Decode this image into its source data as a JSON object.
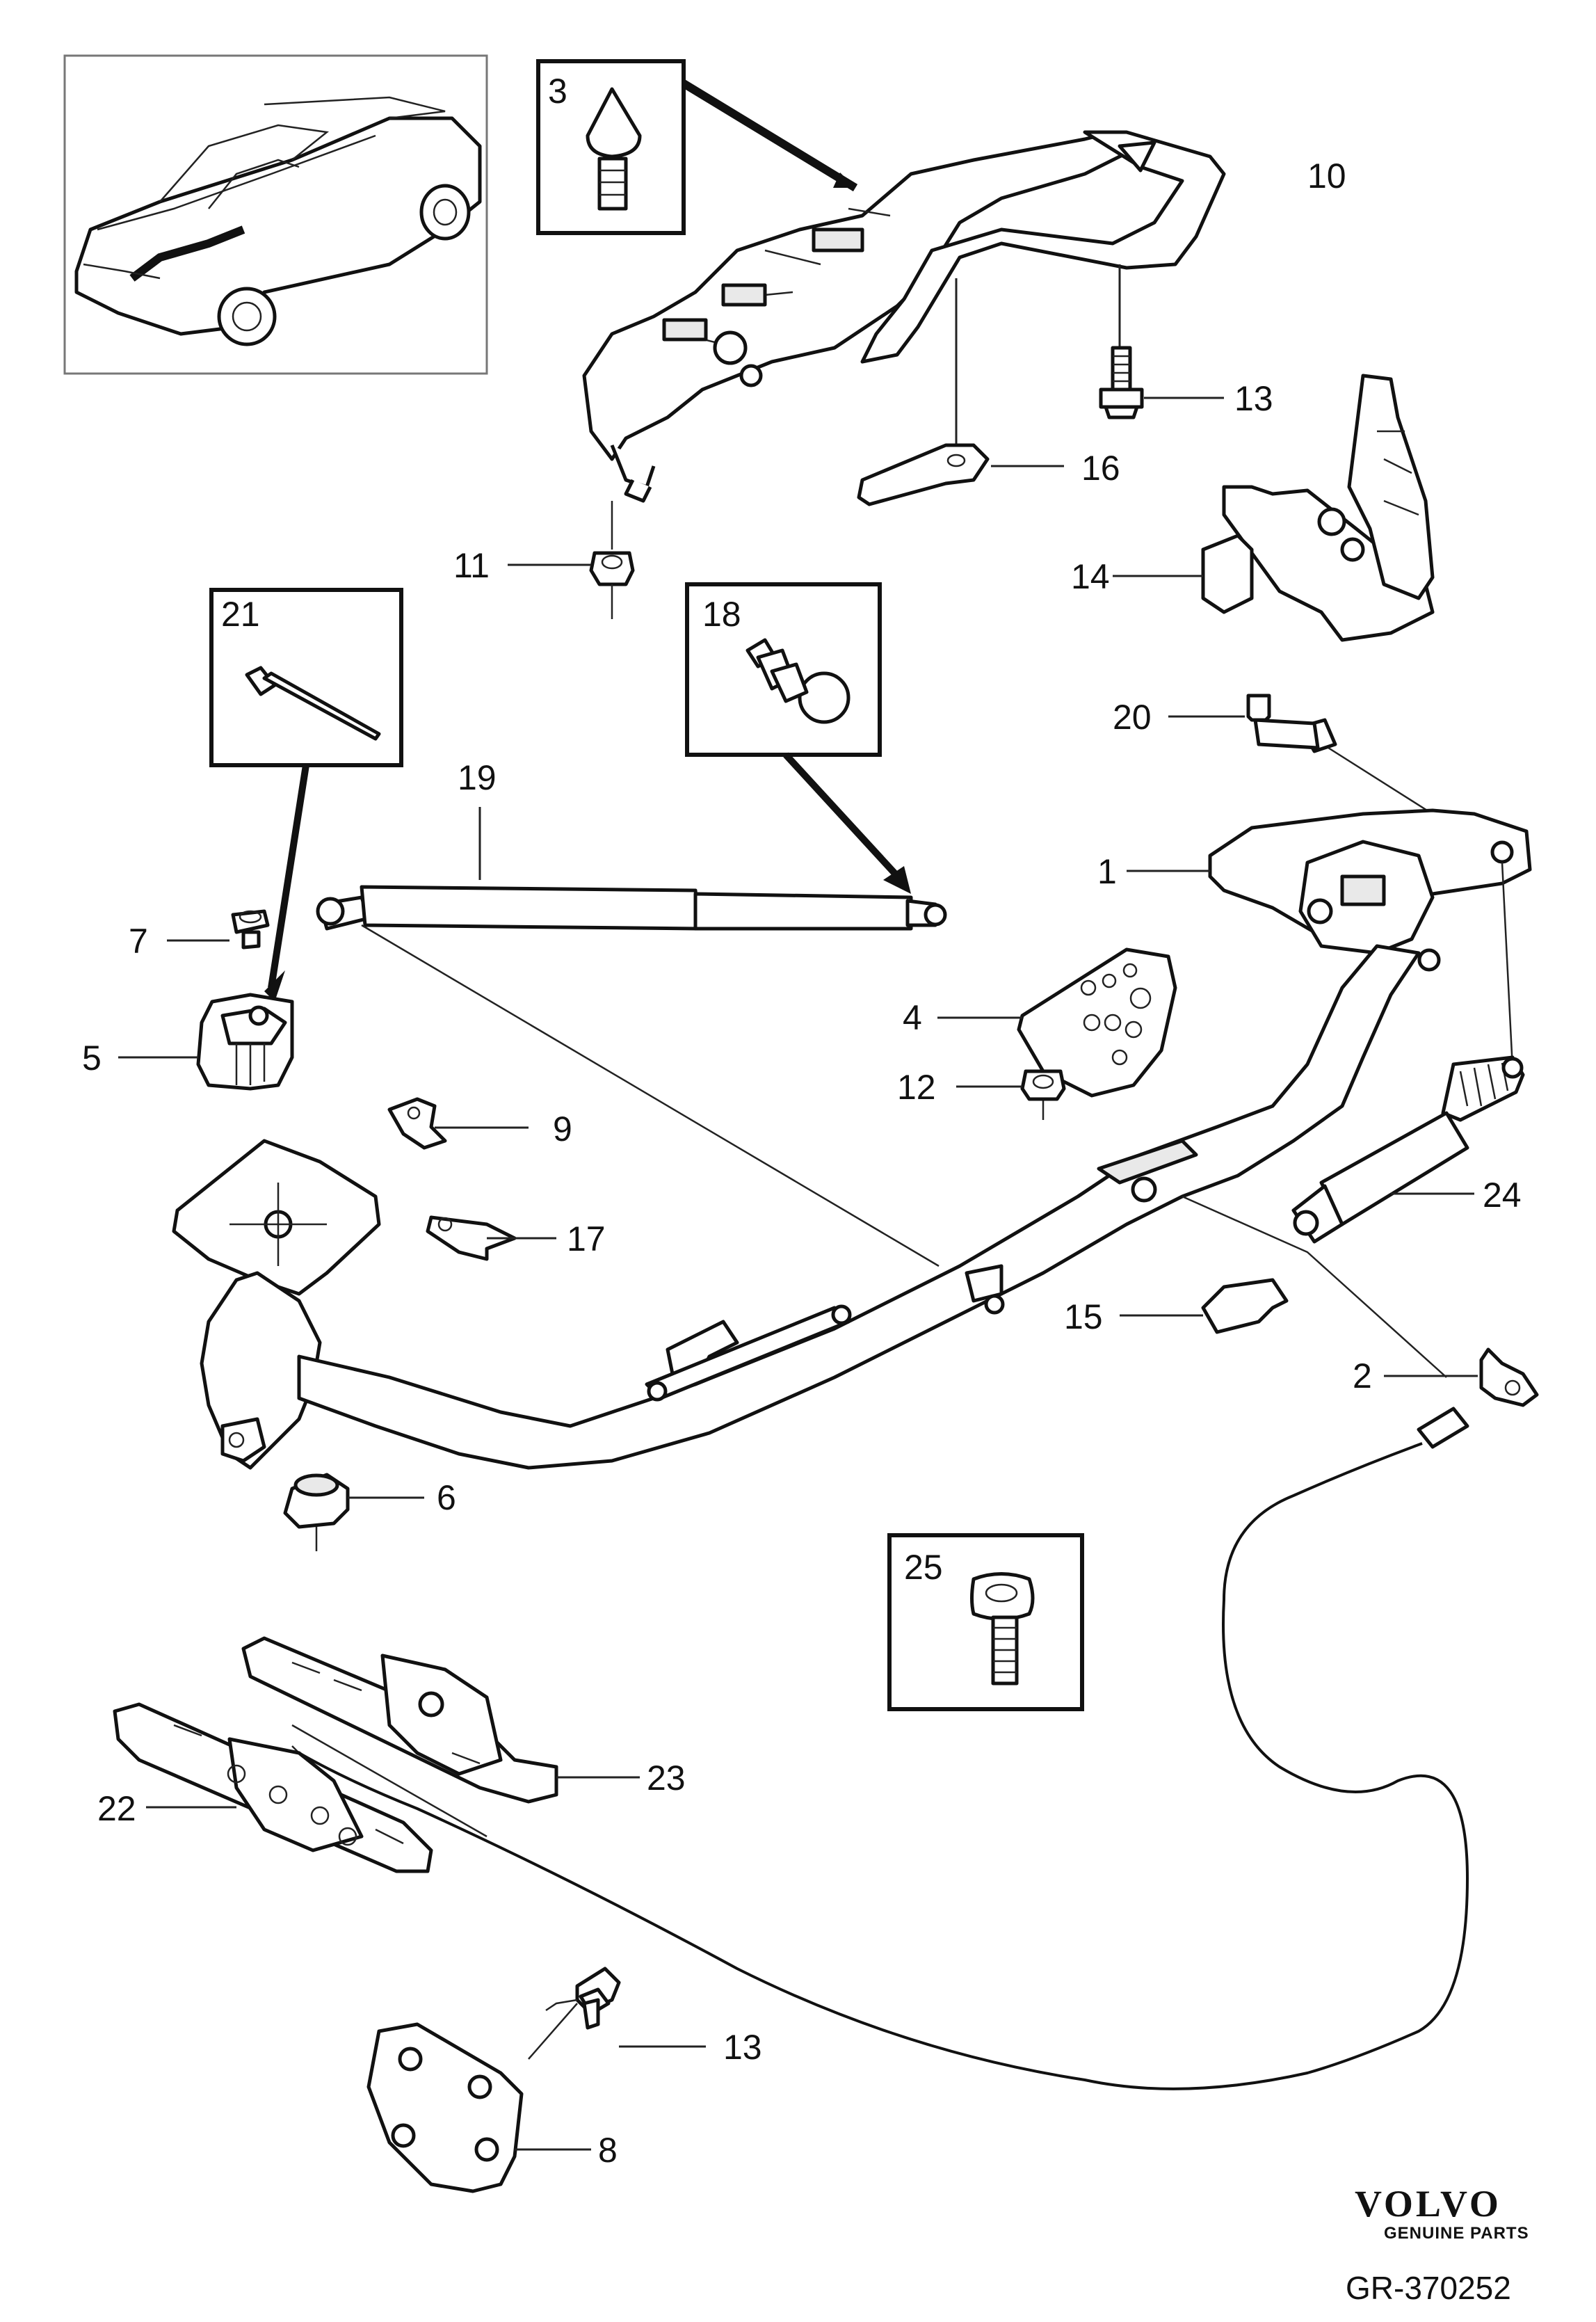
{
  "diagram": {
    "part_labels": [
      {
        "id": "1",
        "text": "1"
      },
      {
        "id": "2",
        "text": "2"
      },
      {
        "id": "3",
        "text": "3"
      },
      {
        "id": "4",
        "text": "4"
      },
      {
        "id": "5",
        "text": "5"
      },
      {
        "id": "6",
        "text": "6"
      },
      {
        "id": "7",
        "text": "7"
      },
      {
        "id": "8",
        "text": "8"
      },
      {
        "id": "9",
        "text": "9"
      },
      {
        "id": "10",
        "text": "10"
      },
      {
        "id": "11",
        "text": "11"
      },
      {
        "id": "12",
        "text": "12"
      },
      {
        "id": "13a",
        "text": "13"
      },
      {
        "id": "13b",
        "text": "13"
      },
      {
        "id": "14",
        "text": "14"
      },
      {
        "id": "15",
        "text": "15"
      },
      {
        "id": "16",
        "text": "16"
      },
      {
        "id": "17",
        "text": "17"
      },
      {
        "id": "18",
        "text": "18"
      },
      {
        "id": "19",
        "text": "19"
      },
      {
        "id": "20",
        "text": "20"
      },
      {
        "id": "21",
        "text": "21"
      },
      {
        "id": "22",
        "text": "22"
      },
      {
        "id": "23",
        "text": "23"
      },
      {
        "id": "24",
        "text": "24"
      },
      {
        "id": "25",
        "text": "25"
      }
    ],
    "brand": {
      "name": "VOLVO",
      "tagline": "GENUINE PARTS"
    },
    "reference": "GR-370252"
  },
  "colors": {
    "line": "#111111",
    "background": "#ffffff",
    "shade": "#e9e9e9"
  },
  "icons": {
    "overview": "car-convertible-overview-icon",
    "parts": "exploded-part-drawings"
  }
}
